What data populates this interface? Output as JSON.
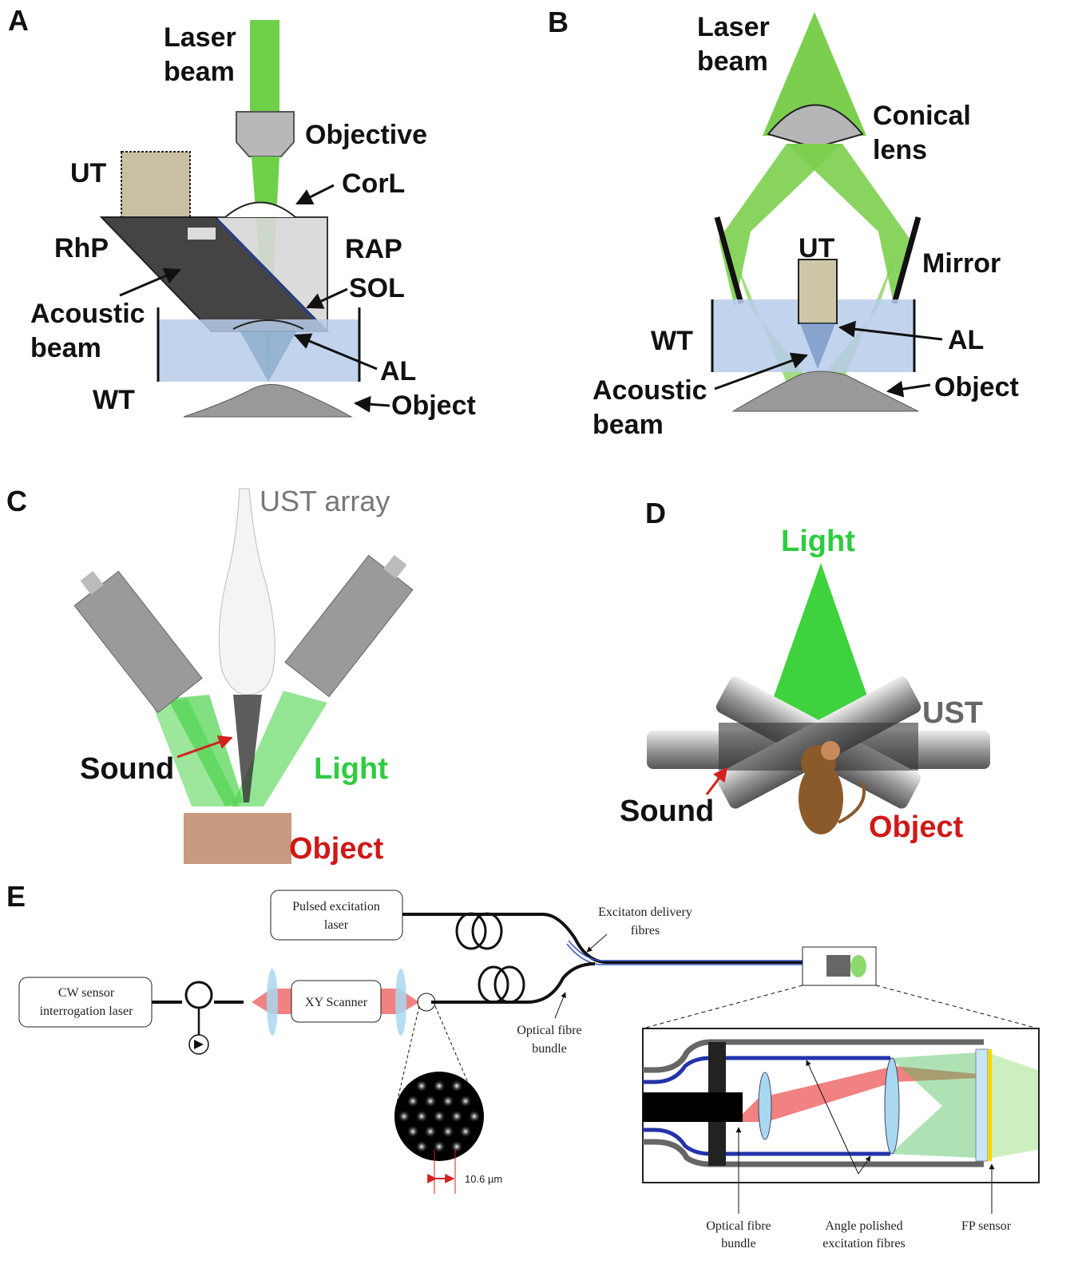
{
  "colors": {
    "laser_green": "#6fd04a",
    "water_blue": "#b7cbea",
    "sound_red": "#d42020",
    "object_red": "#d01818",
    "light_green": "#2ecc40",
    "fibre_blue": "#2233aa",
    "lens_blue": "#a8d8f0",
    "beam_red": "#f06b6b",
    "fp_yellow": "#f5d800"
  },
  "panel_a": {
    "label": "A",
    "laser_line1": "Laser",
    "laser_line2": "beam",
    "objective": "Objective",
    "corl": "CorL",
    "ut": "UT",
    "rhp": "RhP",
    "rap": "RAP",
    "sol": "SOL",
    "acoustic_line1": "Acoustic",
    "acoustic_line2": "beam",
    "al": "AL",
    "wt": "WT",
    "object": "Object"
  },
  "panel_b": {
    "label": "B",
    "laser_line1": "Laser",
    "laser_line2": "beam",
    "conical_line1": "Conical",
    "conical_line2": "lens",
    "ut": "UT",
    "mirror": "Mirror",
    "wt": "WT",
    "al": "AL",
    "acoustic_line1": "Acoustic",
    "acoustic_line2": "beam",
    "object": "Object"
  },
  "panel_c": {
    "label": "C",
    "ust_array": "UST array",
    "sound": "Sound",
    "light": "Light",
    "object": "Object"
  },
  "panel_d": {
    "label": "D",
    "light": "Light",
    "ust": "UST",
    "sound": "Sound",
    "object": "Object"
  },
  "panel_e": {
    "label": "E",
    "pulsed_line1": "Pulsed excitation",
    "pulsed_line2": "laser",
    "cw_line1": "CW sensor",
    "cw_line2": "interrogation laser",
    "xy_scanner": "XY Scanner",
    "excitation_line1": "Excitaton delivery",
    "excitation_line2": "fibres",
    "optical_line1": "Optical fibre",
    "optical_line2": "bundle",
    "scale": "10.6 µm",
    "inset_bundle_line1": "Optical fibre",
    "inset_bundle_line2": "bundle",
    "angle_line1": "Angle polished",
    "angle_line2": "excitation fibres",
    "fp_sensor": "FP sensor"
  }
}
